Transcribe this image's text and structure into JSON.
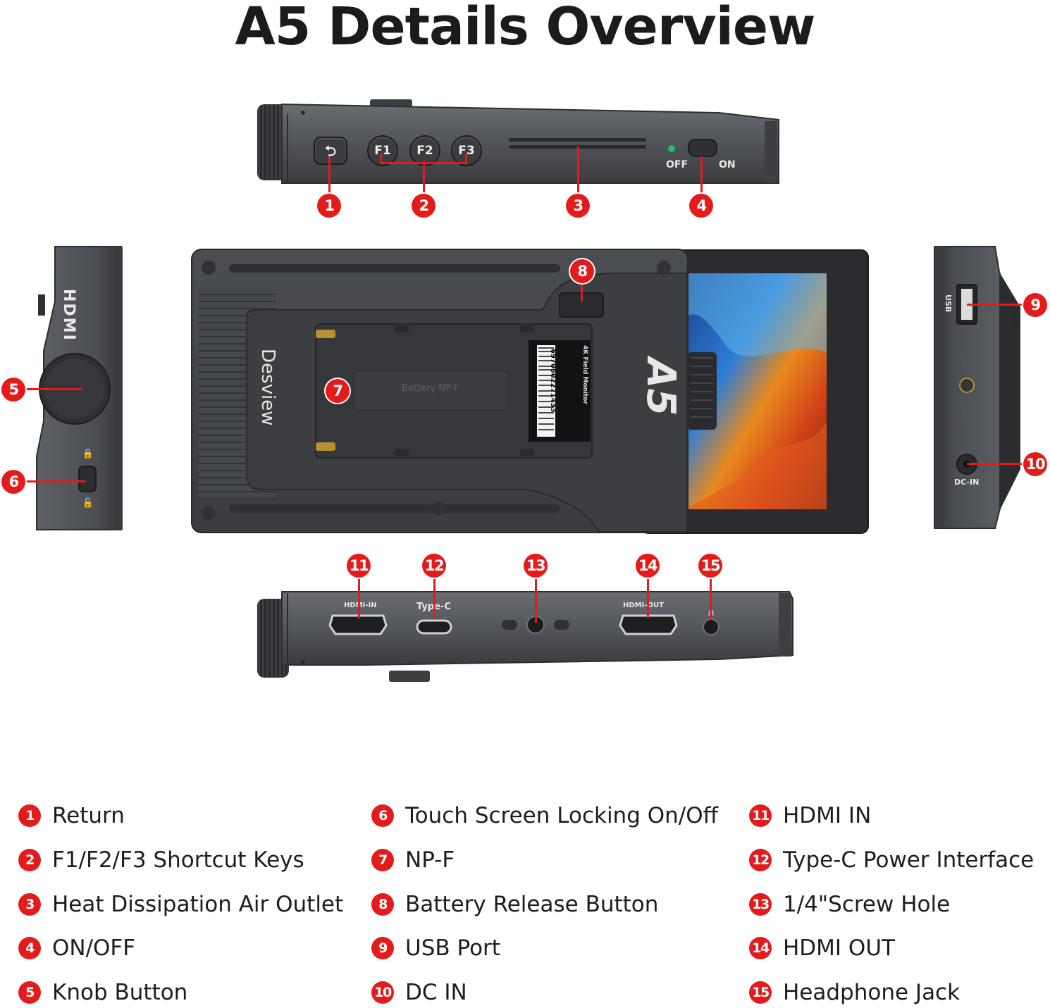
{
  "title": "A5 Details Overview",
  "colors": {
    "accent": "#e31b1b",
    "device_body": "#505357",
    "device_dark": "#2b2c2f"
  },
  "device": {
    "top_labels": {
      "f1": "F1",
      "f2": "F2",
      "f3": "F3",
      "off": "OFF",
      "on": "ON"
    },
    "bottom_labels": {
      "hdmi_in": "HDMI-IN",
      "type_c": "Type-C",
      "hdmi_out": "HDMI-OUT"
    },
    "right_labels": {
      "usb": "USB",
      "dc_in": "DC-IN"
    },
    "back": {
      "brand": "Desview",
      "model_logo": "A5",
      "label_product": "4K Field Monitor",
      "label_barcode": "6970602271433",
      "plate_text": "Battery NP-F",
      "left_side_logo": "HDMI"
    }
  },
  "callouts": [
    {
      "num": "1"
    },
    {
      "num": "2"
    },
    {
      "num": "3"
    },
    {
      "num": "4"
    },
    {
      "num": "5"
    },
    {
      "num": "6"
    },
    {
      "num": "7"
    },
    {
      "num": "8"
    },
    {
      "num": "9"
    },
    {
      "num": "10"
    },
    {
      "num": "11"
    },
    {
      "num": "12"
    },
    {
      "num": "13"
    },
    {
      "num": "14"
    },
    {
      "num": "15"
    }
  ],
  "legend": [
    {
      "num": "1",
      "label": "Return"
    },
    {
      "num": "2",
      "label": "F1/F2/F3 Shortcut Keys"
    },
    {
      "num": "3",
      "label": "Heat Dissipation Air Outlet"
    },
    {
      "num": "4",
      "label": "ON/OFF"
    },
    {
      "num": "5",
      "label": "Knob Button"
    },
    {
      "num": "6",
      "label": "Touch Screen Locking On/Off"
    },
    {
      "num": "7",
      "label": "NP-F"
    },
    {
      "num": "8",
      "label": "Battery Release Button"
    },
    {
      "num": "9",
      "label": "USB Port"
    },
    {
      "num": "10",
      "label": "DC IN"
    },
    {
      "num": "11",
      "label": "HDMI IN"
    },
    {
      "num": "12",
      "label": "Type-C Power Interface"
    },
    {
      "num": "13",
      "label": "1/4\"Screw Hole"
    },
    {
      "num": "14",
      "label": "HDMI OUT"
    },
    {
      "num": "15",
      "label": "Headphone Jack"
    }
  ]
}
